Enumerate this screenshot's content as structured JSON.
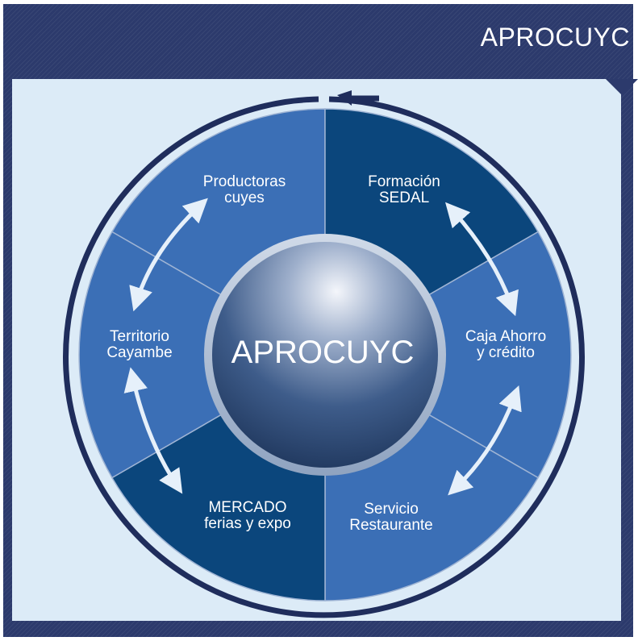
{
  "header": {
    "title": "APROCUYC"
  },
  "center": {
    "label": "APROCUYC"
  },
  "segments": [
    {
      "line1": "Productoras",
      "line2": "cuyes"
    },
    {
      "line1": "Formación",
      "line2": "SEDAL"
    },
    {
      "line1": "Caja Ahorro",
      "line2": "y crédito"
    },
    {
      "line1": "Servicio",
      "line2": "Restaurante"
    },
    {
      "line1": "MERCADO",
      "line2": "ferias y expo"
    },
    {
      "line1": "Territorio",
      "line2": "Cayambe"
    }
  ],
  "colors": {
    "frame": "#2c3a6c",
    "panel": "#dcebf7",
    "segment_light": "#3b6fb6",
    "segment_dark": "#0b467c",
    "ring": "#1f2d5c",
    "arrows": "#dcebf7"
  }
}
